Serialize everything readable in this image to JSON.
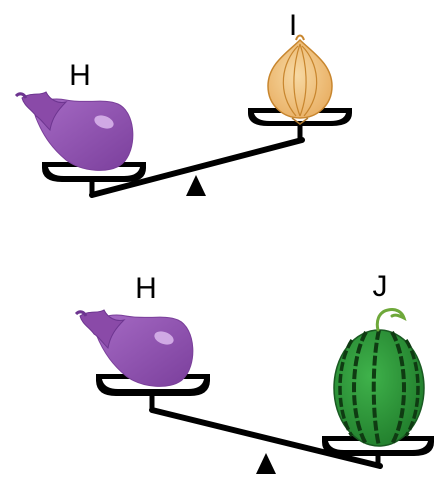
{
  "scales": [
    {
      "left_label": "H",
      "right_label": "I",
      "left_item": "eggplant",
      "right_item": "onion",
      "heavier_side": "left"
    },
    {
      "left_label": "H",
      "right_label": "J",
      "left_item": "eggplant",
      "right_item": "watermelon",
      "heavier_side": "right"
    }
  ],
  "colors": {
    "beam": "#000000",
    "eggplant": "#8e4fae",
    "eggplant_calyx": "#8a4aa8",
    "onion": "#f1c27d",
    "onion_lines": "#c8862e",
    "watermelon": "#2e9a3c",
    "watermelon_stripes": "#0f3b12"
  }
}
